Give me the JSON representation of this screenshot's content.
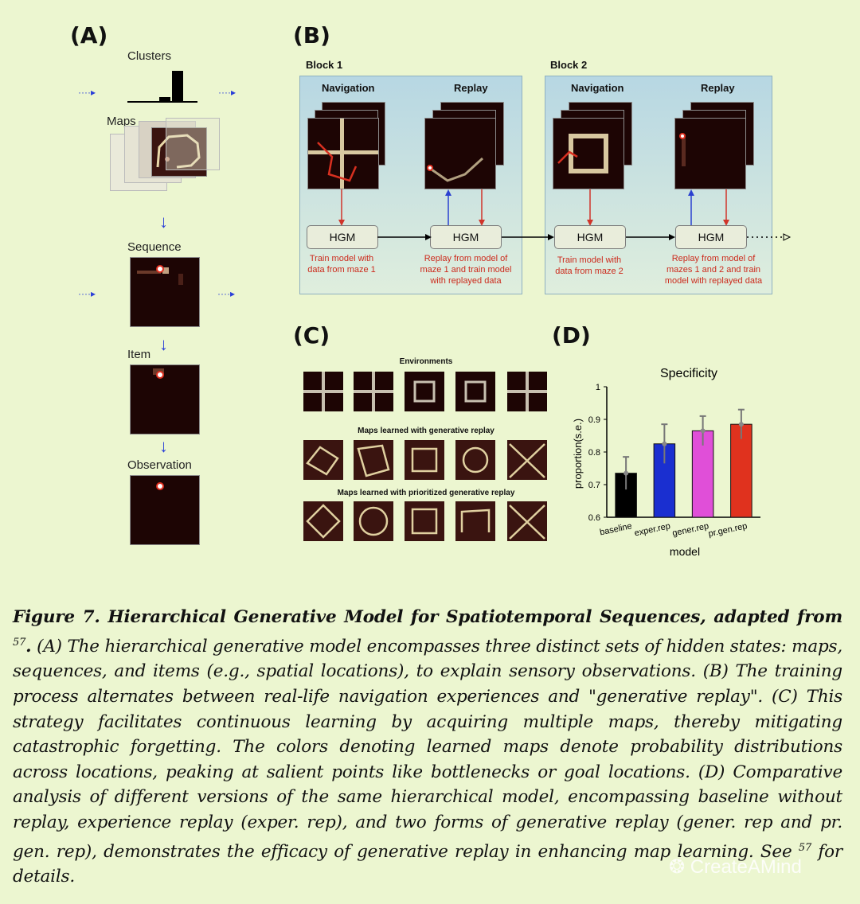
{
  "panel_a": {
    "label": "(A)",
    "clusters_label": "Clusters",
    "maps_label": "Maps",
    "sequence_label": "Sequence",
    "item_label": "Item",
    "observation_label": "Observation"
  },
  "panel_b": {
    "label": "(B)",
    "block1": {
      "title": "Block 1",
      "nav_label": "Navigation",
      "replay_label": "Replay",
      "hgm1": "HGM",
      "hgm2": "HGM",
      "note1": "Train model with data from maze 1",
      "note2": "Replay from model of maze 1 and train model with replayed data"
    },
    "block2": {
      "title": "Block 2",
      "nav_label": "Navigation",
      "replay_label": "Replay",
      "hgm1": "HGM",
      "hgm2": "HGM",
      "note1": "Train model with data from maze 2",
      "note2": "Replay from model of mazes 1 and 2 and train model with replayed data"
    }
  },
  "panel_c": {
    "label": "(C)",
    "row1_title": "Environments",
    "row2_title": "Maps learned with generative replay",
    "row3_title": "Maps learned with prioritized generative replay"
  },
  "panel_d": {
    "label": "(D)"
  },
  "chart_data": {
    "type": "bar",
    "title": "Specificity",
    "xlabel": "model",
    "ylabel": "proportion(s.e.)",
    "categories": [
      "baseline",
      "exper.rep",
      "gener.rep",
      "pr.gen.rep"
    ],
    "values": [
      0.735,
      0.825,
      0.865,
      0.885
    ],
    "errors": [
      0.05,
      0.06,
      0.045,
      0.045
    ],
    "colors": [
      "#000000",
      "#1a2fd0",
      "#e04fd8",
      "#e0321e"
    ],
    "ylim": [
      0.6,
      1.0
    ],
    "yticks": [
      "0.6",
      "0.7",
      "0.8",
      "0.9",
      "1"
    ],
    "grid": false
  },
  "caption": {
    "title": "Figure 7. Hierarchical Generative Model for Spatiotemporal Sequences, adapted from",
    "ref": "57",
    "body1": "(A) The hierarchical generative model encompasses three distinct sets of hidden states: maps, sequences, and items (e.g., spatial locations), to explain sensory observations. (B) The training process alternates between real-life navigation experiences and \"generative replay\". (C) This strategy facilitates continuous learning by acquiring multiple maps, thereby mitigating catastrophic forgetting. The colors denoting learned maps denote probability distributions across locations, peaking at salient points like bottlenecks or goal locations. (D) Comparative analysis of different versions of the same hierarchical model, encompassing baseline without replay, experience replay (exper. rep), and two forms of generative replay (gener. rep and pr. gen. rep), demonstrates the efficacy of generative replay in enhancing map learning. See",
    "ref2": "57",
    "body2": "for details."
  },
  "watermark": "CreateAMind"
}
